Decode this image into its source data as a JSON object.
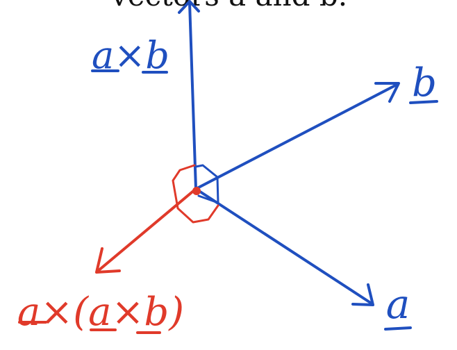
{
  "header_text": "vectors a and b.",
  "colors": {
    "blue": "#1f4fbf",
    "red": "#e03a2a",
    "black": "#111111"
  },
  "labels": {
    "a_cross_b": "a×b",
    "b": "b",
    "a": "a",
    "a_cross_a_cross_b": "a×(a×b)"
  }
}
